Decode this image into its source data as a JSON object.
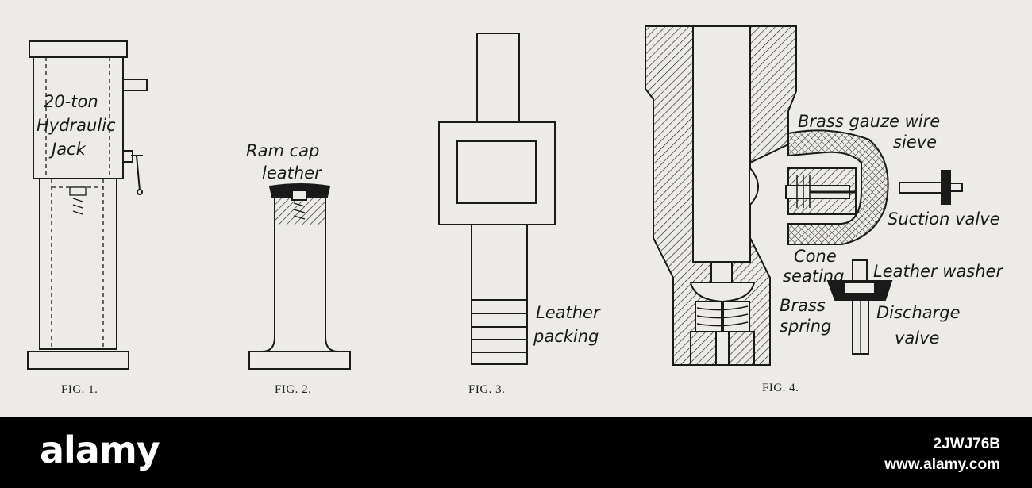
{
  "fig1": {
    "label_line1": "20-ton",
    "label_line2": "Hydraulic",
    "label_line3": "Jack",
    "caption": "FIG. 1."
  },
  "fig2": {
    "label_line1": "Ram cap",
    "label_line2": "leather",
    "caption": "FIG. 2."
  },
  "fig3": {
    "label_line1": "Leather",
    "label_line2": "packing",
    "caption": "FIG. 3."
  },
  "fig4": {
    "label_gauze1": "Brass gauze wire",
    "label_gauze2": "sieve",
    "label_suction": "Suction valve",
    "label_cone1": "Cone",
    "label_cone2": "seating",
    "label_washer": "Leather washer",
    "label_spring1": "Brass",
    "label_spring2": "spring",
    "label_discharge1": "Discharge",
    "label_discharge2": "valve",
    "caption": "FIG. 4."
  },
  "watermark": {
    "brand": "alamy",
    "image_id": "2JWJ76B",
    "site": "www.alamy.com"
  },
  "colors": {
    "paper": "#ecebe8",
    "ink": "#1a1a1a",
    "footer": "#000000"
  }
}
